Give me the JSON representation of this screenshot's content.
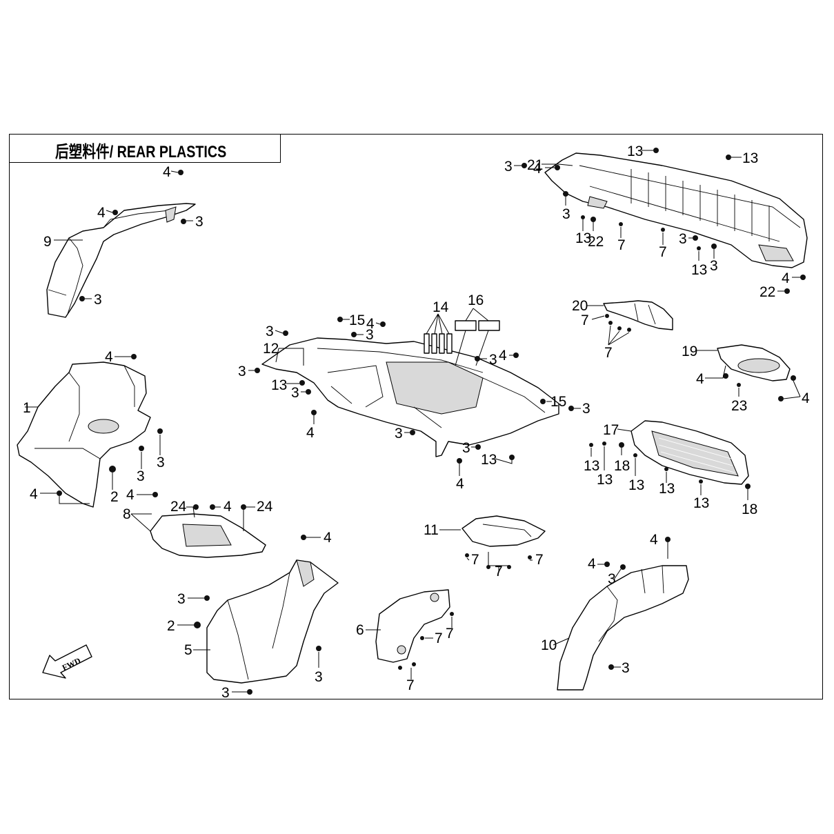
{
  "title": "后塑料件/ REAR PLASTICS",
  "fwd_label": "FWD",
  "labels": [
    "1",
    "2",
    "3",
    "4",
    "5",
    "6",
    "7",
    "8",
    "9",
    "10",
    "11",
    "12",
    "13",
    "14",
    "15",
    "16",
    "17",
    "18",
    "19",
    "20",
    "21",
    "22",
    "23",
    "24"
  ]
}
